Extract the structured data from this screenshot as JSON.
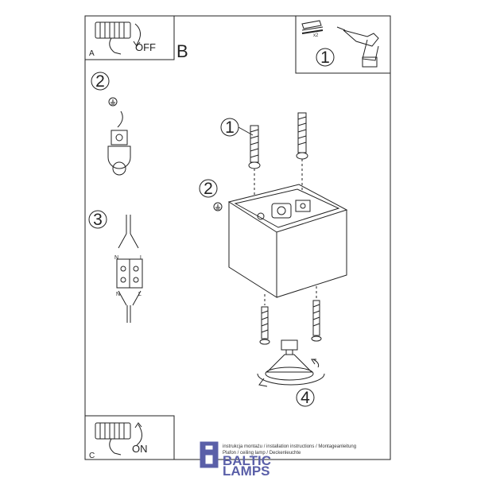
{
  "panels": {
    "a": {
      "letter": "A",
      "state": "OFF"
    },
    "b": {
      "letter": "B"
    },
    "c": {
      "letter": "C",
      "state": "ON"
    }
  },
  "steps": {
    "tools": "1",
    "ground": "2",
    "wires": "3",
    "screws": "1",
    "ground_main": "2",
    "rotate": "4"
  },
  "drill_bits_qty": "x2",
  "wire_labels": {
    "top_n": "N",
    "top_l": "L",
    "bottom_n": "N",
    "bottom_l": "L"
  },
  "footer": {
    "line1": "instrukcja montażu / installation instructions / Montageanleitung",
    "line2": "Plafon / ceiling lamp / Deckenleuchte"
  },
  "logo": {
    "line1": "BALTIC",
    "line2": "LAMPS"
  },
  "colors": {
    "line": "#222222",
    "logo": "#5a5fa8"
  }
}
